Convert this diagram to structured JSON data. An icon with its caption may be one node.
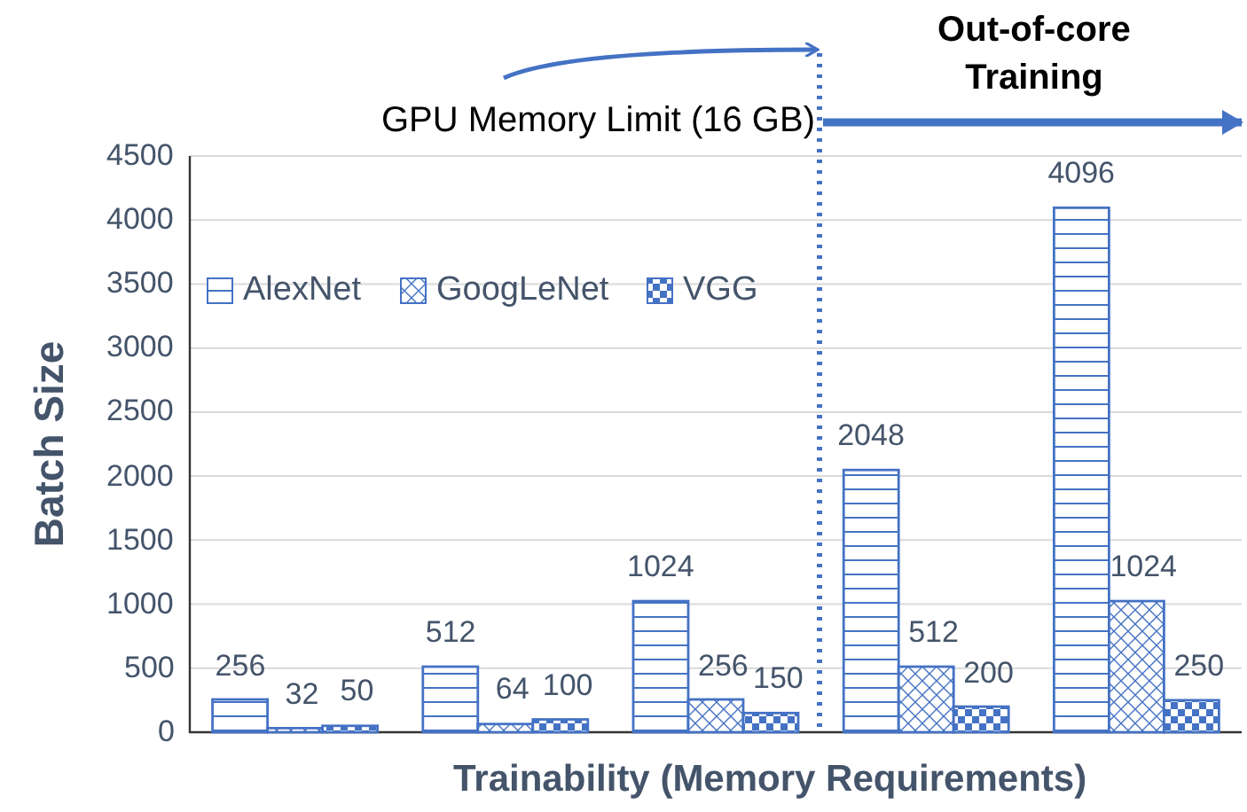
{
  "diagram": {
    "labels": [
      "GPU Memory Limit (16 GB)",
      "Out-of-core Training"
    ],
    "chart_data": {
      "type": "bar",
      "xlabel": "Trainability (Memory Requirements)",
      "ylabel": "Batch Size",
      "categories": [
        null,
        null,
        null,
        null,
        null
      ],
      "series": [
        {
          "name": "AlexNet",
          "color": "#4472c4",
          "values": [
            256,
            512,
            1024,
            2048,
            4096
          ]
        },
        {
          "name": "GoogLeNet",
          "color": "#4472c4",
          "values": [
            32,
            64,
            256,
            512,
            1024
          ]
        },
        {
          "name": "VGG",
          "color": "#4472c4",
          "values": [
            50,
            100,
            150,
            200,
            250
          ]
        }
      ],
      "ylim": [
        0,
        4500
      ],
      "yticks": [
        0,
        500,
        1000,
        1500,
        2000,
        2500,
        3000,
        3500,
        4000,
        4500
      ],
      "data_labels": true,
      "grid": true,
      "legend": true
    }
  }
}
